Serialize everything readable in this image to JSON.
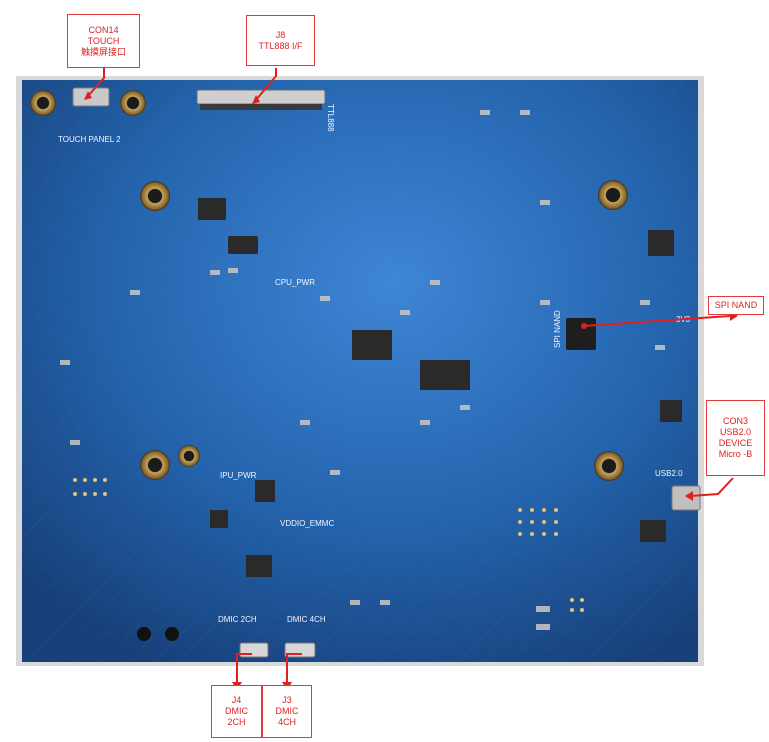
{
  "photo": {
    "subject": "PCB board",
    "colors": {
      "board": "#1f5fa6",
      "board_dark": "#174a86",
      "annotation_red": "#e02020",
      "background": "#ffffff"
    },
    "silkscreen": {
      "touch_panel": "TOUCH PANEL 2",
      "ttl888": "TTL888",
      "cpu_pwr": "CPU_PWR",
      "spi_nand": "SPI NAND",
      "v3v3": "3V3",
      "usb20": "USB2.0",
      "ipu_pwr": "IPU_PWR",
      "vddio_emmc": "VDDIO_EMMC",
      "dmic2": "DMIC 2CH",
      "dmic4": "DMIC 4CH"
    }
  },
  "callouts": {
    "con14": {
      "line1": "CON14",
      "line2": "TOUCH",
      "line3": "触摸屏接口"
    },
    "j8": {
      "line1": "J8",
      "line2": "TTL888 I/F"
    },
    "spi": {
      "line1": "SPI NAND"
    },
    "con3": {
      "line1": "CON3",
      "line2": "USB2.0",
      "line3": "DEVICE",
      "line4": "Micro -B"
    },
    "j4": {
      "line1": "J4",
      "line2": "DMIC",
      "line3": "2CH"
    },
    "j3": {
      "line1": "J3",
      "line2": "DMIC",
      "line3": "4CH"
    }
  }
}
